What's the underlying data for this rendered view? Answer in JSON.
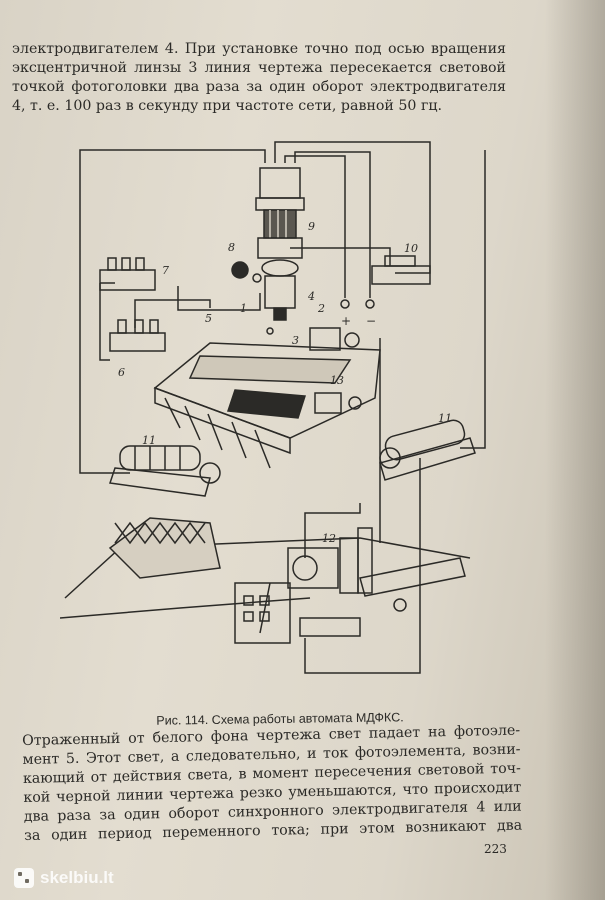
{
  "top_paragraph": [
    "электродвигателем 4. При установке точно под осью вращения",
    "эксцентричной линзы 3 линия чертежа пересекается световой",
    "точкой фотоголовки два раза за один оборот электродвигателя",
    "4, т. е. 100 раз в секунду при частоте сети, равной 50 гц."
  ],
  "figure_labels": [
    "1",
    "2",
    "3",
    "4",
    "5",
    "6",
    "7",
    "8",
    "9",
    "10",
    "11",
    "11",
    "12",
    "13"
  ],
  "terminal_plus": "+",
  "terminal_minus": "−",
  "caption": "Рис. 114. Схема работы автомата МДФКС.",
  "bottom_paragraph": [
    "Отраженный от белого фона чертежа свет падает на фотоэле-",
    "мент 5. Этот свет, а следовательно, и ток фотоэлемента, возни-",
    "кающий от действия света, в момент пересечения световой точ-",
    "кой черной линии чертежа резко уменьшаются, что происходит",
    "два раза за один оборот синхронного электродвигателя 4 или",
    "за один период переменного тока; при этом возникают два"
  ],
  "page_number": "223",
  "watermark_text": "skelbiu.lt"
}
